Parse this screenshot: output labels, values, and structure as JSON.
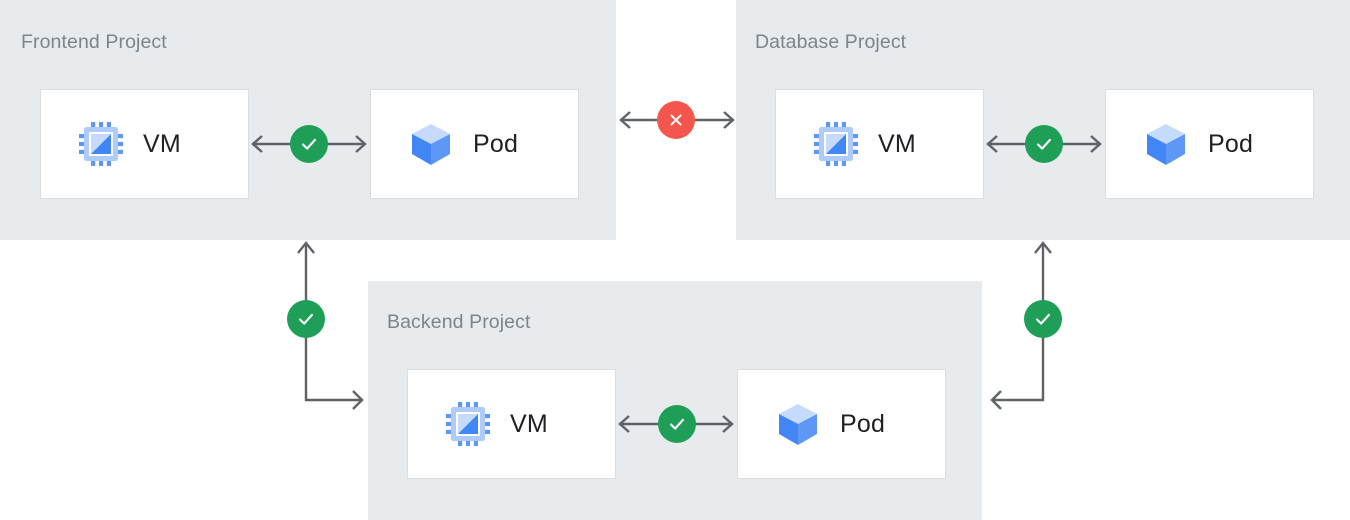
{
  "diagram": {
    "title_icons": {
      "vm": "cpu-chip-icon",
      "pod": "cube-icon",
      "ok": "check-circle-icon",
      "blocked": "x-circle-icon"
    },
    "colors": {
      "panel_bg": "#E8EBED",
      "card_bg": "#FFFFFF",
      "card_border": "#DADCE0",
      "title_text": "#7D848A",
      "label_text": "#202124",
      "connector": "#5F6368",
      "status_ok": "#1E9E56",
      "status_blocked": "#F4564E",
      "icon_blue_dark": "#4285F4",
      "icon_blue_mid": "#5E97F6",
      "icon_blue_light": "#AECBFA",
      "icon_blue_pale": "#C6DAFC"
    }
  },
  "panels": [
    {
      "id": "frontend",
      "title": "Frontend Project",
      "resources": [
        {
          "id": "frontend-vm",
          "label": "VM",
          "icon": "cpu-chip-icon"
        },
        {
          "id": "frontend-pod",
          "label": "Pod",
          "icon": "cube-icon"
        }
      ],
      "internal_link_status": "ok"
    },
    {
      "id": "database",
      "title": "Database Project",
      "resources": [
        {
          "id": "database-vm",
          "label": "VM",
          "icon": "cpu-chip-icon"
        },
        {
          "id": "database-pod",
          "label": "Pod",
          "icon": "cube-icon"
        }
      ],
      "internal_link_status": "ok"
    },
    {
      "id": "backend",
      "title": "Backend Project",
      "resources": [
        {
          "id": "backend-vm",
          "label": "VM",
          "icon": "cpu-chip-icon"
        },
        {
          "id": "backend-pod",
          "label": "Pod",
          "icon": "cube-icon"
        }
      ],
      "internal_link_status": "ok"
    }
  ],
  "connections": [
    {
      "id": "frontend-database",
      "from": "frontend",
      "to": "database",
      "direction": "bidirectional",
      "status": "blocked",
      "status_icon": "x-circle-icon"
    },
    {
      "id": "frontend-backend",
      "from": "backend",
      "to": "frontend",
      "direction": "bidirectional",
      "status": "ok",
      "status_icon": "check-circle-icon"
    },
    {
      "id": "database-backend",
      "from": "backend",
      "to": "database",
      "direction": "bidirectional",
      "status": "ok",
      "status_icon": "check-circle-icon"
    },
    {
      "id": "frontend-internal",
      "from": "frontend-vm",
      "to": "frontend-pod",
      "direction": "bidirectional",
      "status": "ok",
      "status_icon": "check-circle-icon"
    },
    {
      "id": "database-internal",
      "from": "database-vm",
      "to": "database-pod",
      "direction": "bidirectional",
      "status": "ok",
      "status_icon": "check-circle-icon"
    },
    {
      "id": "backend-internal",
      "from": "backend-vm",
      "to": "backend-pod",
      "direction": "bidirectional",
      "status": "ok",
      "status_icon": "check-circle-icon"
    }
  ]
}
